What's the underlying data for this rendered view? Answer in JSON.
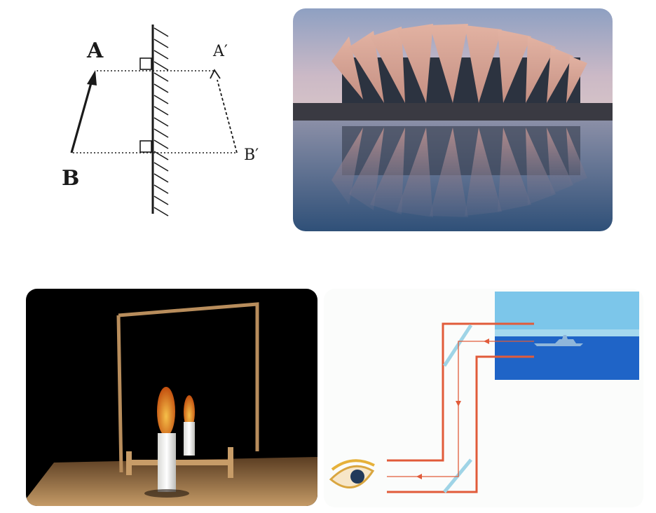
{
  "mirror_diagram": {
    "label_a": "A",
    "label_a_prime": "A′",
    "label_b": "B",
    "label_b_prime": "B′"
  },
  "colors": {
    "ink": "#1a1a1a",
    "stadium_sky": "#c9b8c4",
    "stadium_water": "#3f5f86",
    "stadium_panel": "#d9a594",
    "candle_bg": "#000000",
    "candle_wood": "#b88855",
    "candle_flame": "#e07a20",
    "periscope_tube": "#e15b3a",
    "periscope_mirror": "#9fd4e6",
    "sea": "#1f64c7",
    "sky": "#77c4ea"
  }
}
